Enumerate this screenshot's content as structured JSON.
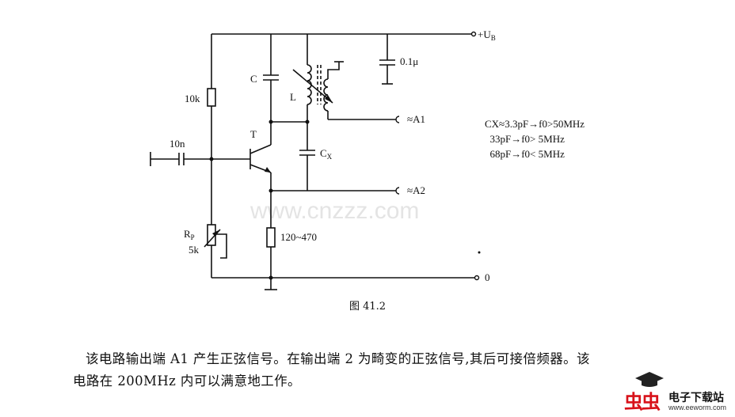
{
  "schematic": {
    "supply_label": "+U",
    "supply_sub": "B",
    "cap_supply": "0.1μ",
    "cap_C": "C",
    "inductor_L": "L",
    "output_A1": "≈A1",
    "output_A2": "≈A2",
    "transistor": "T",
    "cap_CX": "C",
    "cap_CX_sub": "X",
    "r_bias": "10k",
    "c_in": "10n",
    "rp_label": "R",
    "rp_sub": "P",
    "rp_value": "5k",
    "r_emitter": "120~470",
    "ground_label": "0",
    "watermark": "www.cnzzz.com"
  },
  "notes": [
    "CX≈3.3pF→f0>50MHz",
    "  33pF→f0> 5MHz",
    "  68pF→f0< 5MHz"
  ],
  "caption": "图 41.2",
  "paragraph": {
    "line1": "该电路输出端 A1 产生正弦信号。在输出端 2 为畸变的正弦信号,其后可接倍频器。该",
    "line2": "电路在 200MHz 内可以满意地工作。"
  },
  "logo": {
    "brand": "虫虫",
    "site": "电子下载站",
    "url": "www.eeworm.com"
  }
}
